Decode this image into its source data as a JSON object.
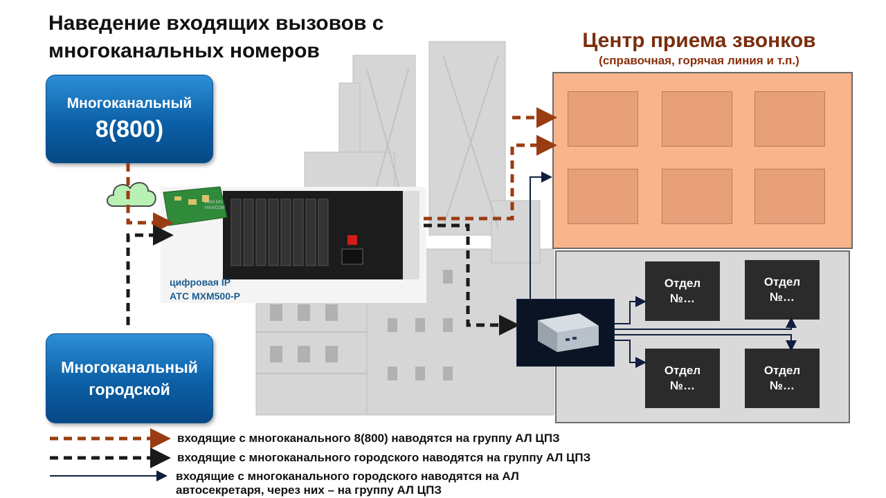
{
  "title": {
    "line1": "Наведение входящих вызовов с",
    "line2": "многоканальных номеров"
  },
  "call_center": {
    "title": "Центр приема звонков",
    "subtitle": "(справочная, горячая линия и т.п.)"
  },
  "sources": {
    "toll_free": {
      "line1": "Многоканальный",
      "line2": "8(800)"
    },
    "city": {
      "line1": "Многоканальный",
      "line2": "городской"
    }
  },
  "pbx": {
    "caption_line1": "цифровая IP",
    "caption_line2": "АТС MXM500-P",
    "brand_line1": "MXM 500",
    "brand_line2": "MAXICOM"
  },
  "departments": [
    {
      "line1": "Отдел",
      "line2": "№…"
    },
    {
      "line1": "Отдел",
      "line2": "№…"
    },
    {
      "line1": "Отдел",
      "line2": "№…"
    },
    {
      "line1": "Отдел",
      "line2": "№…"
    }
  ],
  "legend": [
    {
      "text": "входящие с многоканального 8(800) наводятся на группу АЛ ЦПЗ",
      "color": "#9a3c12",
      "style": "dashed-thick"
    },
    {
      "text": "входящие с многоканального городского наводятся на группу АЛ ЦПЗ",
      "color": "#1a1a1a",
      "style": "dashed-thick"
    },
    {
      "text_line1": "входящие с многоканального городского наводятся на АЛ",
      "text_line2": "автосекретаря, через них – на группу АЛ ЦПЗ",
      "color": "#0f1e3d",
      "style": "solid-thin"
    }
  ],
  "colors": {
    "brown_route": "#9a3c12",
    "black_route": "#1a1a1a",
    "navy_route": "#0f1e3d",
    "call_center_bg": "#f8b48a",
    "department_bg": "#2b2b2b"
  },
  "icons": {
    "cloud": "cloud-icon",
    "phone": "desk-phone-icon",
    "router": "router-icon",
    "pbx": "pbx-rack-icon"
  }
}
